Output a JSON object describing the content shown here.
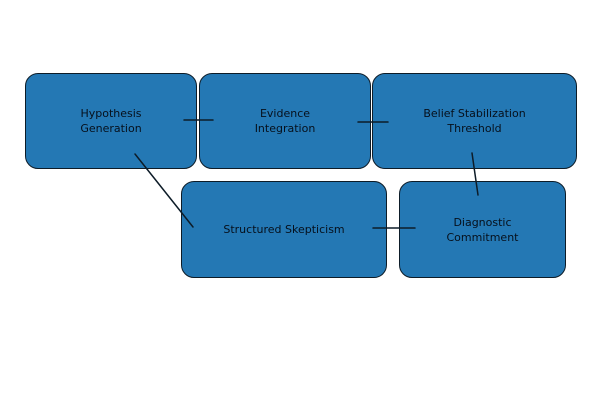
{
  "diagram": {
    "colors": {
      "node_fill": "#2478b4",
      "node_border": "#0d1c28",
      "connector": "#0d1c28",
      "background": "#ffffff",
      "text": "#06101c"
    },
    "nodes": [
      {
        "id": "hypothesis-generation",
        "label": "Hypothesis\nGeneration"
      },
      {
        "id": "evidence-integration",
        "label": "Evidence\nIntegration"
      },
      {
        "id": "belief-stabilization-threshold",
        "label": "Belief Stabilization\nThreshold"
      },
      {
        "id": "structured-skepticism",
        "label": "Structured Skepticism"
      },
      {
        "id": "diagnostic-commitment",
        "label": "Diagnostic\nCommitment"
      }
    ],
    "edges": [
      {
        "from": "hypothesis-generation",
        "to": "evidence-integration"
      },
      {
        "from": "evidence-integration",
        "to": "belief-stabilization-threshold"
      },
      {
        "from": "hypothesis-generation",
        "to": "structured-skepticism"
      },
      {
        "from": "belief-stabilization-threshold",
        "to": "diagnostic-commitment"
      },
      {
        "from": "structured-skepticism",
        "to": "diagnostic-commitment"
      }
    ]
  }
}
